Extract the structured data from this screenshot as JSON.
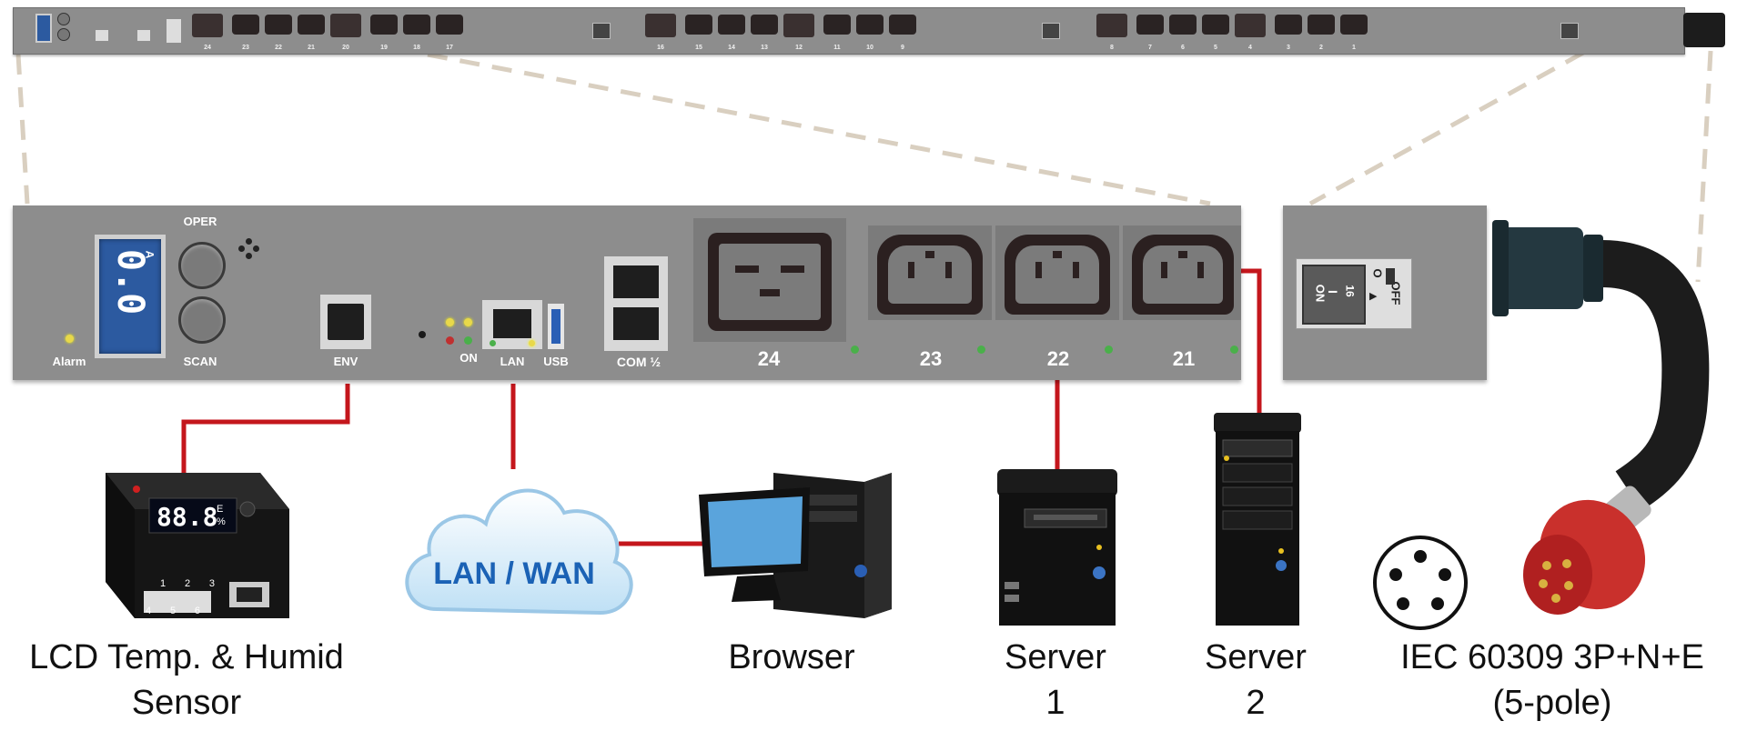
{
  "strip": {
    "outlets_left": [
      "24",
      "23",
      "22",
      "21",
      "20",
      "19",
      "18",
      "17"
    ],
    "outlets_mid": [
      "16",
      "15",
      "14",
      "13",
      "12",
      "11",
      "10",
      "9"
    ],
    "outlets_right": [
      "8",
      "7",
      "6",
      "5",
      "4",
      "3",
      "2",
      "1"
    ]
  },
  "panel": {
    "display_value": "0.0",
    "display_unit": "A",
    "alarm_label": "Alarm",
    "oper_label": "OPER",
    "scan_label": "SCAN",
    "env_label": "ENV",
    "on_label": "ON",
    "lan_label": "LAN",
    "usb_label": "USB",
    "com_label": "COM ½",
    "outlets": [
      "24",
      "23",
      "22",
      "21"
    ]
  },
  "breaker": {
    "on_label": "ON",
    "i_label": "I",
    "rating": "16",
    "o_label": "O",
    "off_label": "OFF"
  },
  "sensor": {
    "reading": "88.8",
    "unit_e": "E",
    "unit_pct": "%",
    "keys": [
      "1",
      "2",
      "3",
      "4",
      "5",
      "6"
    ]
  },
  "cloud_label": "LAN / WAN",
  "captions": {
    "sensor": [
      "LCD Temp. & Humid",
      "Sensor"
    ],
    "browser": "Browser",
    "server1": [
      "Server",
      "1"
    ],
    "server2": [
      "Server",
      "2"
    ],
    "plug": [
      "IEC 60309 3P+N+E",
      "(5-pole)"
    ]
  },
  "colors": {
    "panel": "#8d8d8d",
    "cable": "#c4161c",
    "dash": "#d9cfc0",
    "display": "#2c5aa0",
    "plug": "#c9302c",
    "cloud_text": "#1b62b5"
  }
}
